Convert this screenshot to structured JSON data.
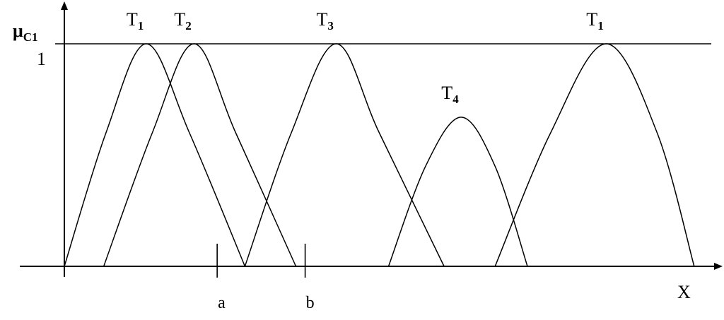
{
  "y_axis": {
    "symbol": "μ",
    "subscript": "C1",
    "max_label": "1"
  },
  "x_axis": {
    "label": "X"
  },
  "markers": [
    {
      "name": "a",
      "x": 3.3
    },
    {
      "name": "b",
      "x": 5.2
    }
  ],
  "terms": [
    {
      "name": "T",
      "subscript": "1",
      "points": [
        [
          0.0,
          0.0
        ],
        [
          0.9,
          0.6
        ],
        [
          1.77,
          1.0
        ],
        [
          2.7,
          0.6
        ],
        [
          3.9,
          0.0
        ]
      ]
    },
    {
      "name": "T",
      "subscript": "2",
      "points": [
        [
          0.85,
          0.0
        ],
        [
          1.9,
          0.6
        ],
        [
          2.8,
          1.0
        ],
        [
          3.7,
          0.6
        ],
        [
          5.0,
          0.0
        ]
      ]
    },
    {
      "name": "T",
      "subscript": "3",
      "points": [
        [
          3.9,
          0.0
        ],
        [
          4.9,
          0.6
        ],
        [
          5.87,
          1.0
        ],
        [
          6.8,
          0.6
        ],
        [
          8.2,
          0.0
        ]
      ]
    },
    {
      "name": "T",
      "subscript": "4",
      "points": [
        [
          7.0,
          0.0
        ],
        [
          7.8,
          0.45
        ],
        [
          8.57,
          0.67
        ],
        [
          9.3,
          0.45
        ],
        [
          10.0,
          0.0
        ]
      ]
    },
    {
      "name": "T",
      "subscript": "1",
      "points": [
        [
          9.3,
          0.0
        ],
        [
          10.5,
          0.6
        ],
        [
          11.7,
          1.0
        ],
        [
          12.8,
          0.6
        ],
        [
          13.6,
          0.0
        ]
      ]
    }
  ]
}
